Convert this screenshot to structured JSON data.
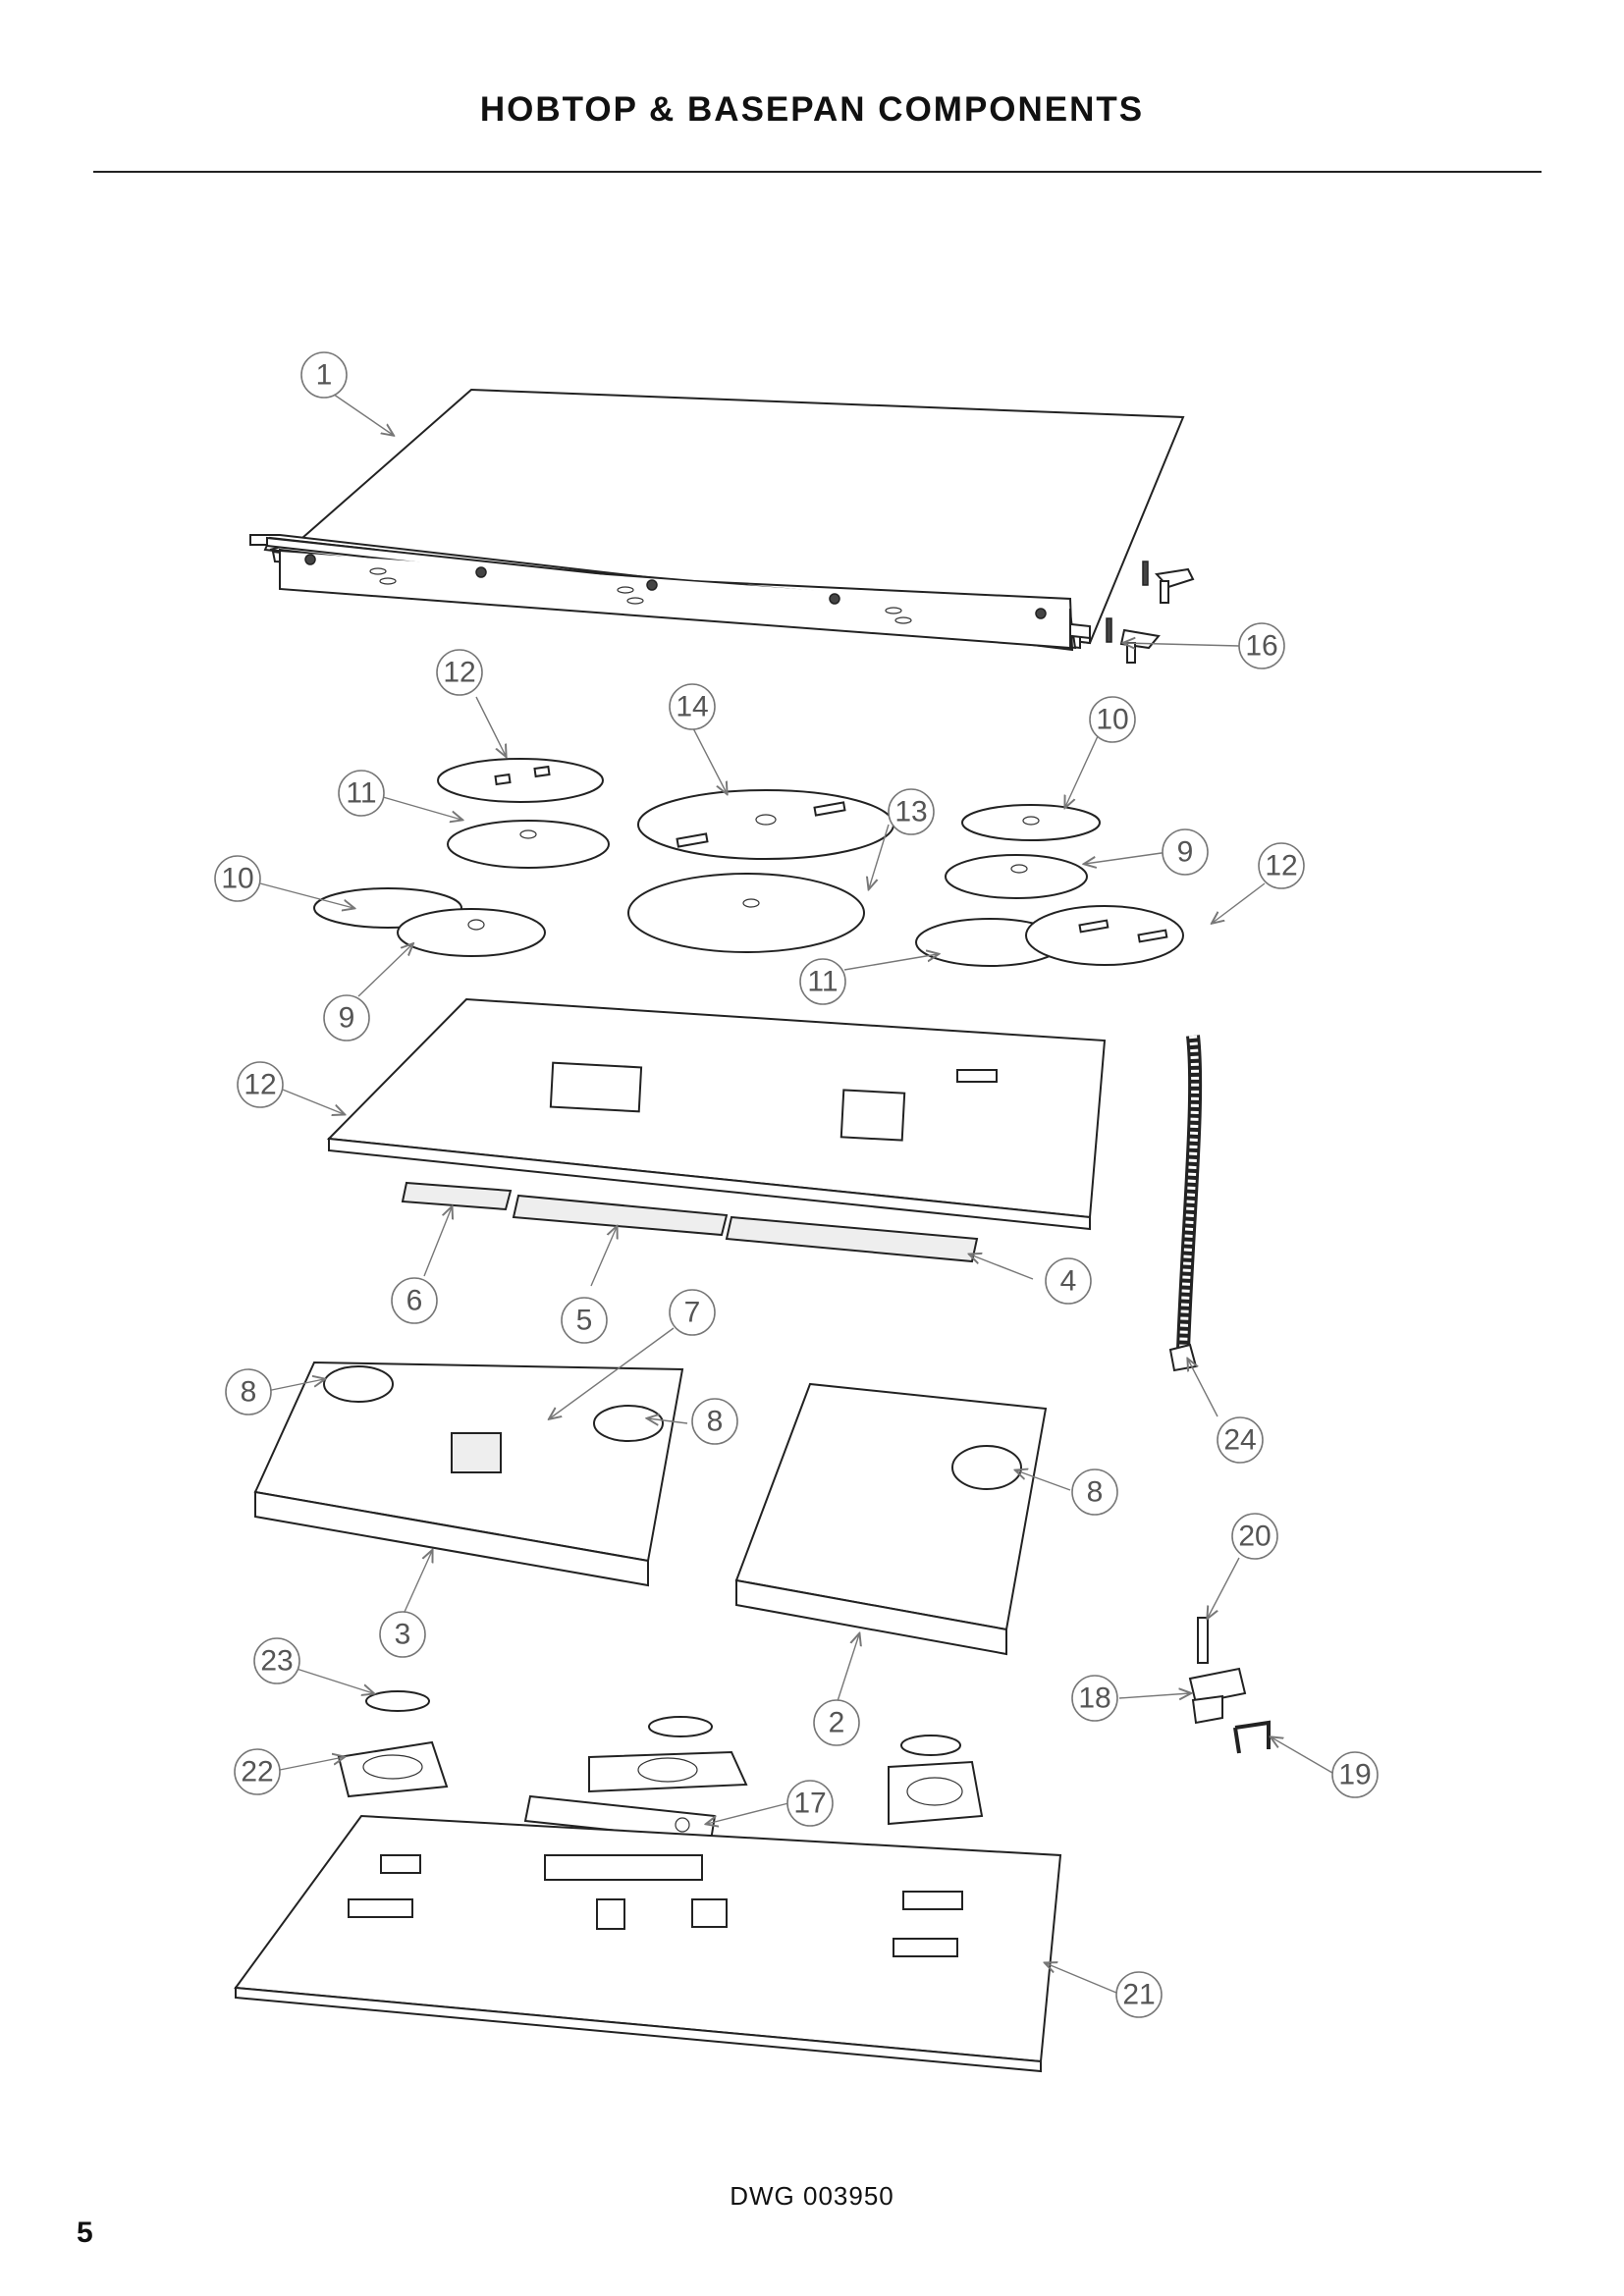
{
  "title": "HOBTOP & BASEPAN COMPONENTS",
  "drawing_number": "DWG 003950",
  "page_number": "5",
  "callouts": [
    "1",
    "16",
    "12",
    "14",
    "10",
    "11",
    "13",
    "9",
    "12",
    "10",
    "11",
    "9",
    "12",
    "6",
    "5",
    "7",
    "4",
    "24",
    "8",
    "8",
    "8",
    "3",
    "2",
    "20",
    "23",
    "18",
    "19",
    "22",
    "17",
    "21"
  ]
}
